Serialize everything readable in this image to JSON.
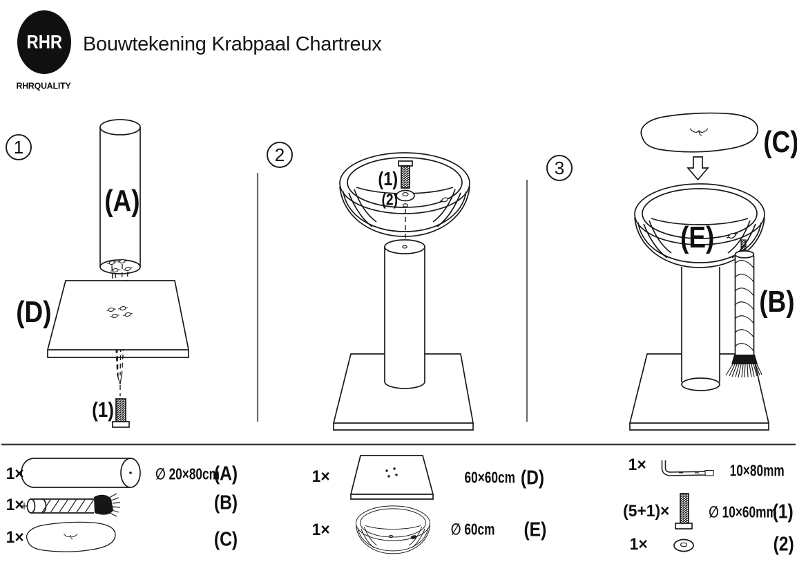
{
  "brand": {
    "logo_text": "RHR",
    "logo_subtext": "RHRQUALITY"
  },
  "title": "Bouwtekening Krabpaal Chartreux",
  "steps": {
    "step1": {
      "number": "1",
      "post_label": "(A)",
      "base_label": "(D)",
      "bolt_label": "(1)"
    },
    "step2": {
      "number": "2",
      "bolt_label": "(1)",
      "washer_label": "(2)"
    },
    "step3": {
      "number": "3",
      "cushion_label": "(C)",
      "bed_label": "(E)",
      "rope_label": "(B)"
    }
  },
  "parts_list": {
    "post": {
      "qty": "1×",
      "dim": "∅ 20×80cm",
      "ref": "(A)",
      "icon": "post-cylinder-icon"
    },
    "rope": {
      "qty": "1×",
      "ref": "(B)",
      "icon": "sisal-rope-icon"
    },
    "cushion": {
      "qty": "1×",
      "ref": "(C)",
      "icon": "cushion-icon"
    },
    "base_plate": {
      "qty": "1×",
      "dim": "60×60cm",
      "ref": "(D)",
      "icon": "base-plate-icon"
    },
    "bed": {
      "qty": "1×",
      "dim": "∅ 60cm",
      "ref": "(E)",
      "icon": "round-bed-icon"
    },
    "allen_key": {
      "qty": "1×",
      "dim": "10×80mm",
      "icon": "allen-key-icon"
    },
    "bolt": {
      "qty": "(5+1)×",
      "dim": "∅ 10×60mm",
      "ref": "(1)",
      "icon": "bolt-icon"
    },
    "washer": {
      "qty": "1×",
      "ref": "(2)",
      "icon": "washer-icon"
    }
  },
  "colors": {
    "background": "#ffffff",
    "line": "#1a1a1a",
    "divider": "#6a6a6a",
    "logo": "#101010"
  }
}
